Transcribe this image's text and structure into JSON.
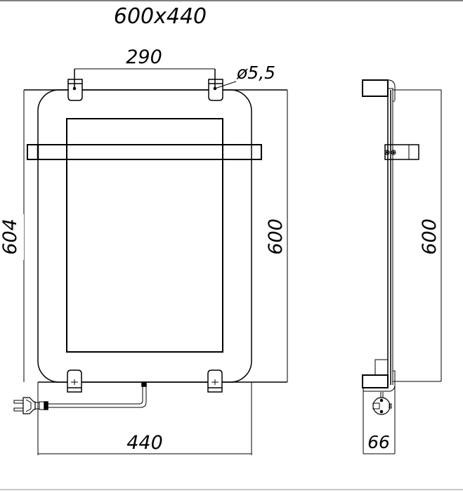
{
  "drawing": {
    "title": "600x440",
    "front_view": {
      "dimensions": {
        "bracket_spacing": "290",
        "hole_diameter": "ø5,5",
        "overall_height": "604",
        "panel_height": "600",
        "overall_width": "440"
      }
    },
    "side_view": {
      "dimensions": {
        "panel_height": "600",
        "depth": "66"
      }
    }
  }
}
